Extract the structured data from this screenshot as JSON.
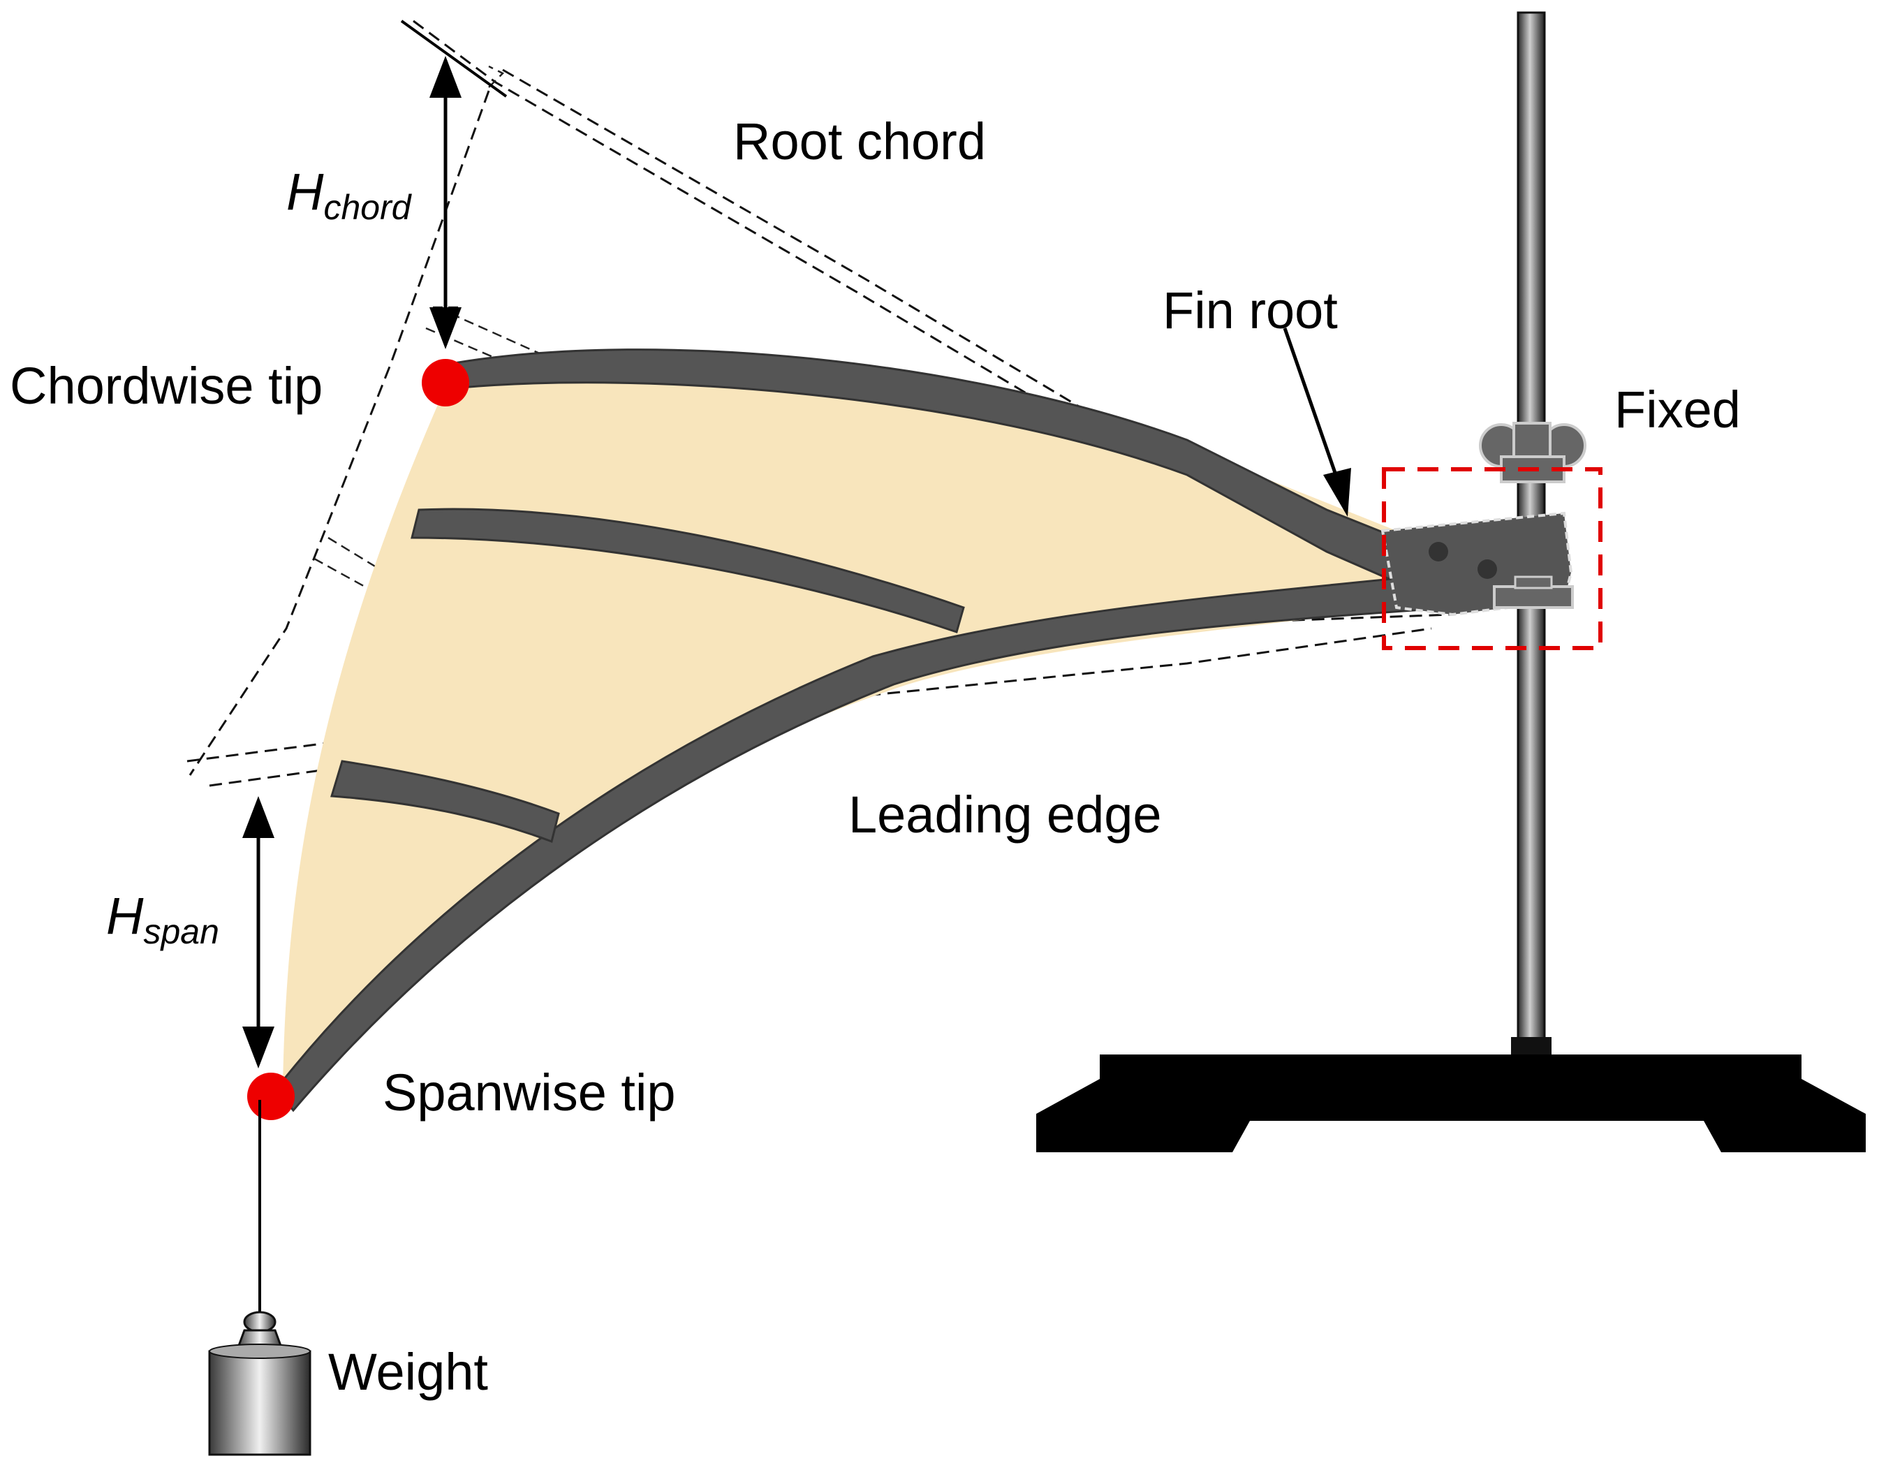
{
  "labels": {
    "root_chord": "Root chord",
    "h_chord_main": "H",
    "h_chord_sub": "chord",
    "chordwise_tip": "Chordwise tip",
    "fin_root": "Fin root",
    "fixed": "Fixed",
    "leading_edge": "Leading edge",
    "h_span_main": "H",
    "h_span_sub": "span",
    "spanwise_tip": "Spanwise tip",
    "weight": "Weight"
  },
  "colors": {
    "fin_membrane": "#f8e5bc",
    "fin_ray": "#505050",
    "tip_marker": "#ee0000",
    "clamp_box": "#e00000",
    "stand": "#000000"
  },
  "icons": {
    "tip_marker": "red-dot",
    "weight": "cylinder-weight",
    "stand": "retort-stand"
  }
}
